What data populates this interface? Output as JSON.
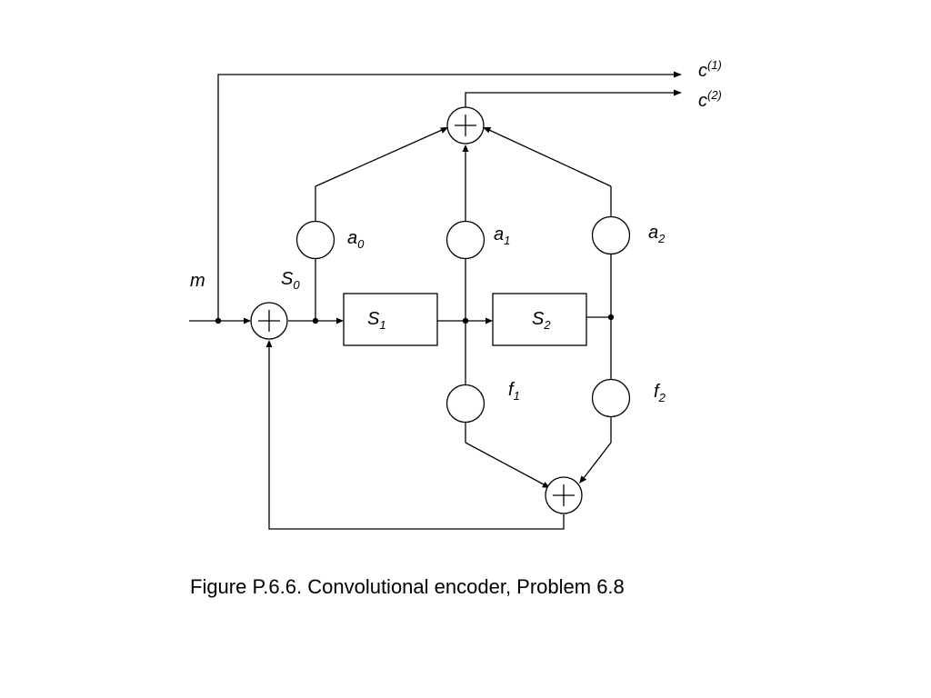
{
  "diagram": {
    "input_label": "m",
    "output_1": {
      "base": "c",
      "sup": "(1)"
    },
    "output_2": {
      "base": "c",
      "sup": "(2)"
    },
    "s0": {
      "base": "S",
      "sub": "0"
    },
    "registers": [
      {
        "base": "S",
        "sub": "1"
      },
      {
        "base": "S",
        "sub": "2"
      }
    ],
    "feedforward_taps": [
      {
        "base": "a",
        "sub": "0"
      },
      {
        "base": "a",
        "sub": "1"
      },
      {
        "base": "a",
        "sub": "2"
      }
    ],
    "feedback_taps": [
      {
        "base": "f",
        "sub": "1"
      },
      {
        "base": "f",
        "sub": "2"
      }
    ],
    "adders": [
      "input-adder",
      "output-adder",
      "feedback-adder"
    ]
  },
  "caption": "Figure P.6.6. Convolutional encoder, Problem 6.8"
}
